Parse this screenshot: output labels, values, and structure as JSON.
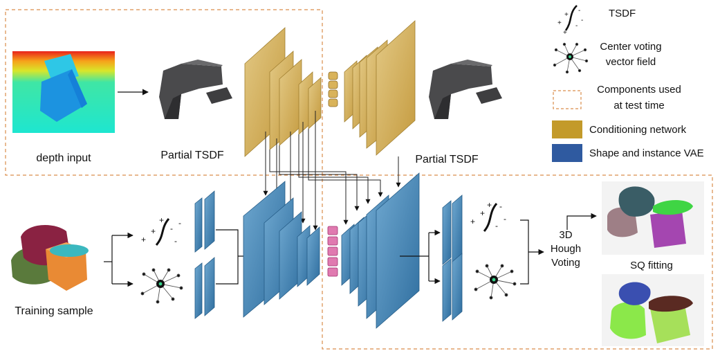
{
  "labels": {
    "depth_input": "depth input",
    "partial_tsdf_left": "Partial TSDF",
    "partial_tsdf_right": "Partial TSDF",
    "training_sample": "Training sample",
    "hough_line1": "3D",
    "hough_line2": "Hough",
    "hough_line3": "Voting",
    "sq_fitting": "SQ fitting"
  },
  "legend": {
    "tsdf": "TSDF",
    "center_voting_1": "Center voting",
    "center_voting_2": "vector field",
    "components_1": "Components used",
    "components_2": "at test time",
    "conditioning": "Conditioning network",
    "shape_vae": "Shape and instance VAE"
  },
  "tsdf_glyph": {
    "plus": "+",
    "minus": "-"
  },
  "colors": {
    "conditioning_network": "#c8a24a",
    "shape_vae": "#3a7db0",
    "dashed_box": "#d98c4a",
    "latent_pink": "#d0679b"
  }
}
